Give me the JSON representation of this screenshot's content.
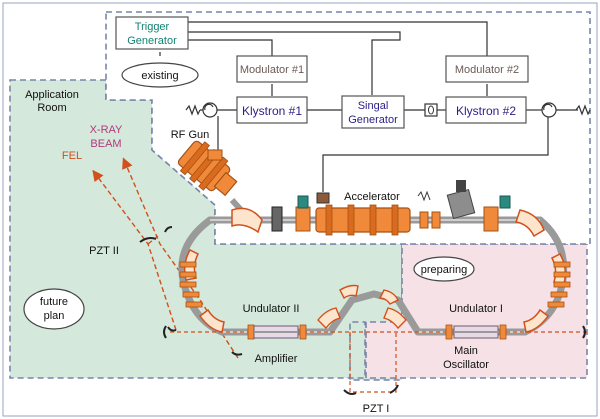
{
  "labels": {
    "trigger_generator_l1": "Trigger",
    "trigger_generator_l2": "Generator",
    "existing": "existing",
    "modulator1": "Modulator #1",
    "modulator2": "Modulator #2",
    "klystron1": "Klystron #1",
    "klystron2": "Klystron #2",
    "signal_generator_l1": "Singal",
    "signal_generator_l2": "Generator",
    "application_room_l1": "Application",
    "application_room_l2": "Room",
    "xray_beam_l1": "X-RAY",
    "xray_beam_l2": "BEAM",
    "fel": "FEL",
    "rf_gun": "RF Gun",
    "accelerator": "Accelerator",
    "pzt2": "PZT II",
    "future_plan_l1": "future",
    "future_plan_l2": "plan",
    "preparing": "preparing",
    "undulator2": "Undulator II",
    "undulator1": "Undulator I",
    "amplifier": "Amplifier",
    "main_oscillator_l1": "Main",
    "main_oscillator_l2": "Oscillator",
    "pzt1": "PZT I"
  },
  "colors": {
    "existing_region": "#ffffff",
    "application_room_region": "#d5e8dc",
    "preparing_region": "#f6e1e6",
    "dashed_border": "#7a86a8",
    "label_teal": "#12836f",
    "label_navy": "#2a1f86",
    "label_brown": "#6b5a55",
    "label_magenta": "#b23a7c",
    "label_orange": "#d2501c",
    "magnet_orange": "#f08a3a",
    "beam_pipe_gray": "#9a9a9a"
  }
}
